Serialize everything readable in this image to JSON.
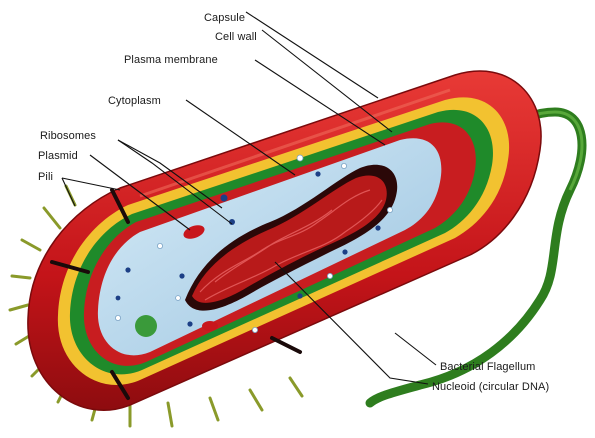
{
  "labels": {
    "capsule": "Capsule",
    "cell_wall": "Cell wall",
    "plasma_membrane": "Plasma membrane",
    "cytoplasm": "Cytoplasm",
    "ribosomes": "Ribosomes",
    "plasmid": "Plasmid",
    "pili": "Pili",
    "flagellum": "Bacterial Flagellum",
    "nucleoid": "Nucleoid (circular DNA)"
  },
  "colors": {
    "capsule": "#d61a1f",
    "capsule_dark": "#9c0f12",
    "cell_wall": "#f2c230",
    "plasma_membrane": "#1f8a2a",
    "cytoplasm": "#b9d8ee",
    "nucleoid": "#c81f1f",
    "flagellum": "#2e7d1e",
    "pili": "#8a9a2a"
  }
}
